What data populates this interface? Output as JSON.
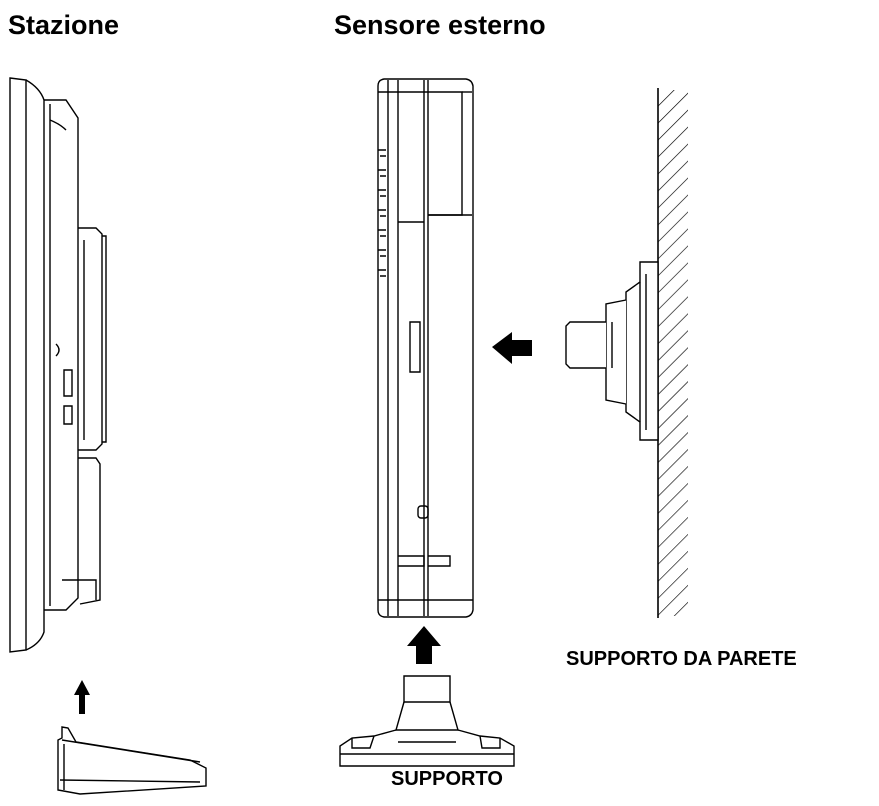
{
  "headings": {
    "station": "Stazione",
    "sensor": "Sensore esterno"
  },
  "labels": {
    "wall_bracket": "SUPPORTO DA PARETE",
    "stand": "SUPPORTO"
  }
}
